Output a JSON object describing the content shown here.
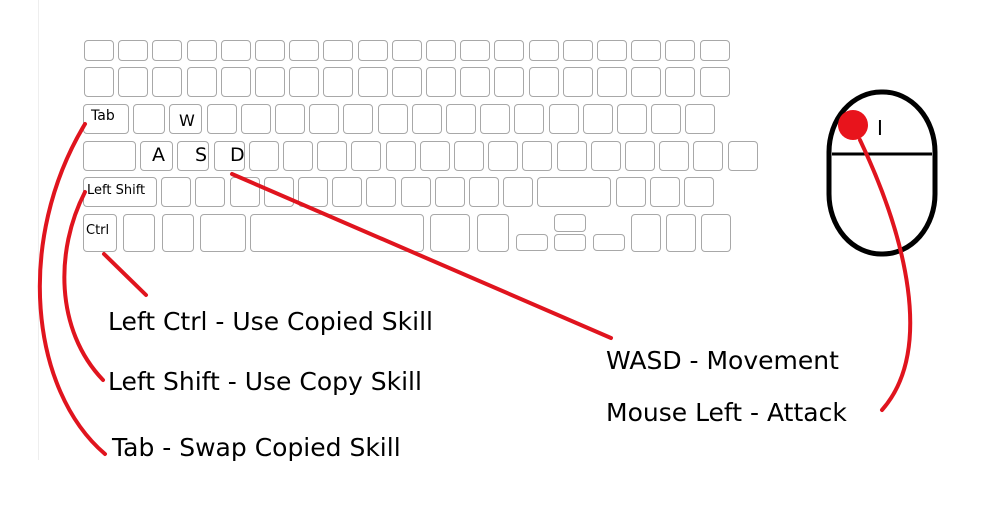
{
  "keyboard": {
    "keys": {
      "tab": "Tab",
      "w": "W",
      "a": "A",
      "s": "S",
      "d": "D",
      "left_shift": "Left Shift",
      "ctrl": "Ctrl"
    }
  },
  "mouse": {
    "button_mark": "I"
  },
  "captions": {
    "left_ctrl": "Left Ctrl - Use Copied Skill",
    "left_shift": "Left Shift - Use Copy Skill",
    "tab": "Tab - Swap Copied Skill",
    "wasd": "WASD - Movement",
    "mouse_left": "Mouse Left - Attack"
  },
  "colors": {
    "key_border": "#a8a8a8",
    "mouse_outline": "#000000",
    "arrow": "#e0141e",
    "left_button_dot": "#e8141c"
  }
}
